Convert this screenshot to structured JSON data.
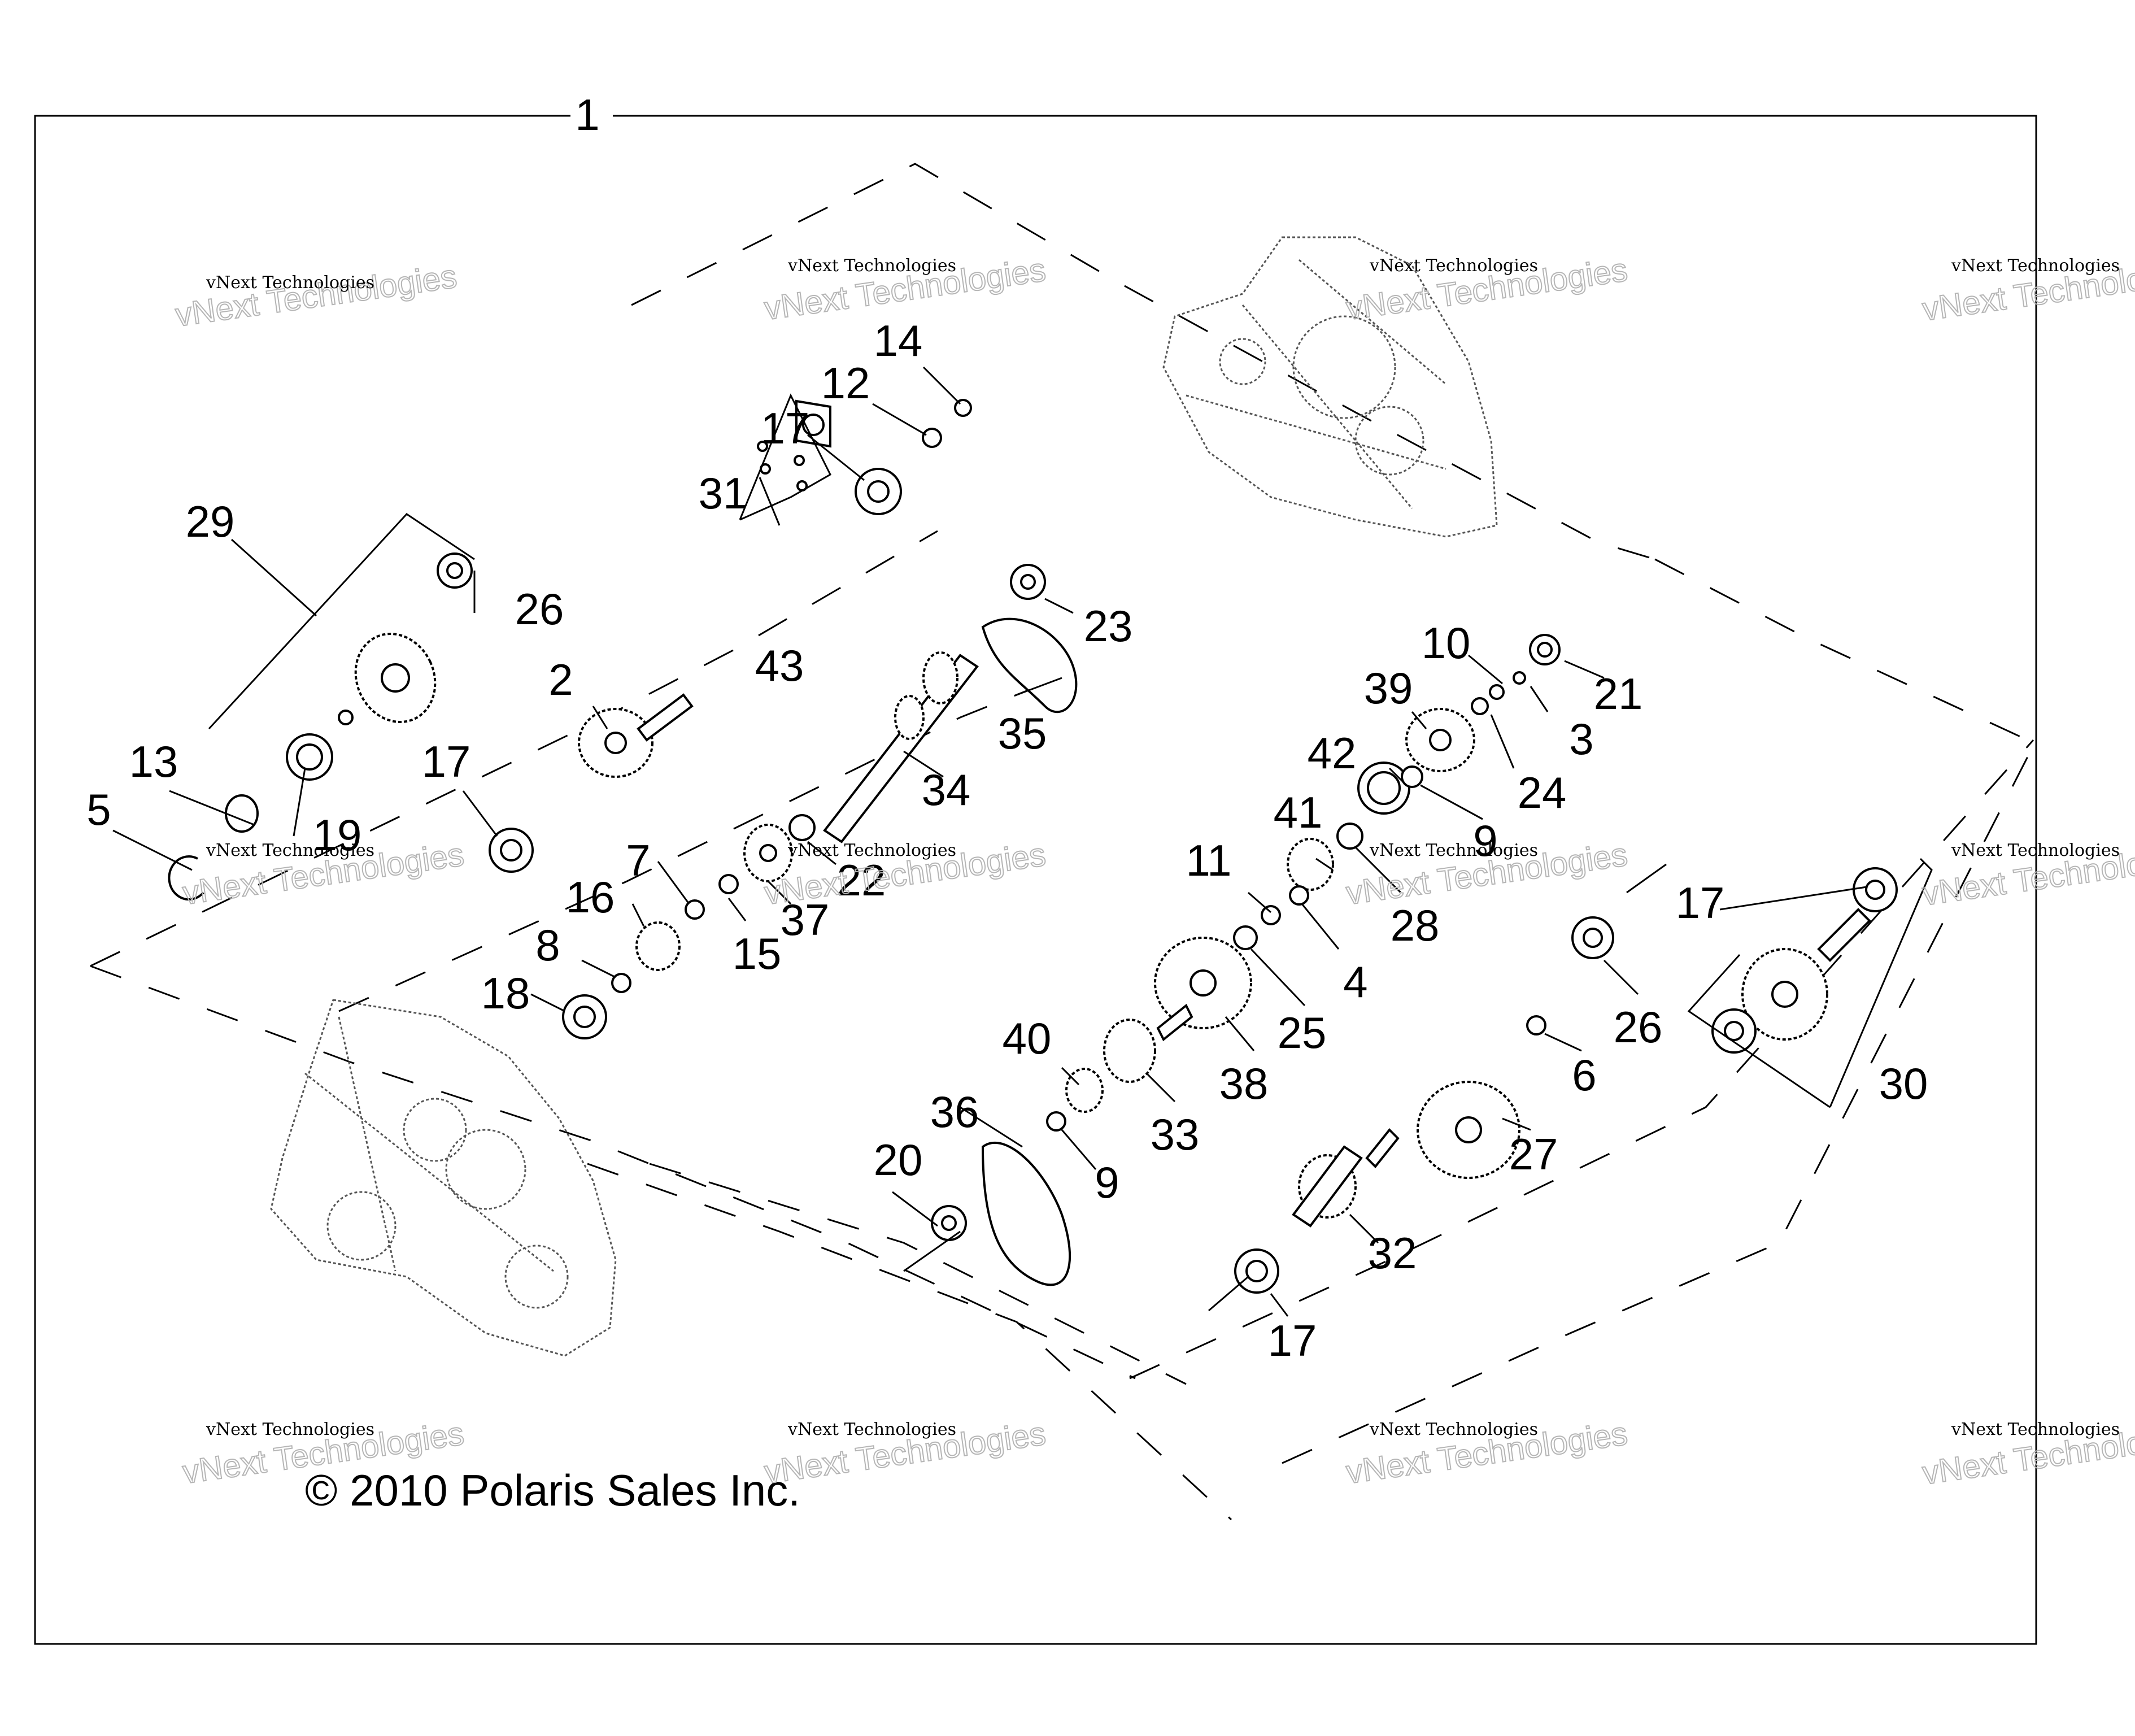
{
  "assembly_number": "1",
  "copyright": "© 2010 Polaris Sales Inc.",
  "watermark": {
    "line1": "vNext Technologies",
    "line2": "vNext Technologies"
  },
  "callouts": [
    "29",
    "26",
    "13",
    "19",
    "5",
    "17",
    "2",
    "31",
    "43",
    "14",
    "12",
    "17",
    "23",
    "35",
    "34",
    "22",
    "37",
    "7",
    "15",
    "16",
    "8",
    "18",
    "10",
    "21",
    "3",
    "39",
    "24",
    "42",
    "9",
    "41",
    "28",
    "11",
    "4",
    "25",
    "38",
    "40",
    "33",
    "36",
    "9",
    "20",
    "27",
    "6",
    "26",
    "17",
    "30",
    "32",
    "17"
  ]
}
